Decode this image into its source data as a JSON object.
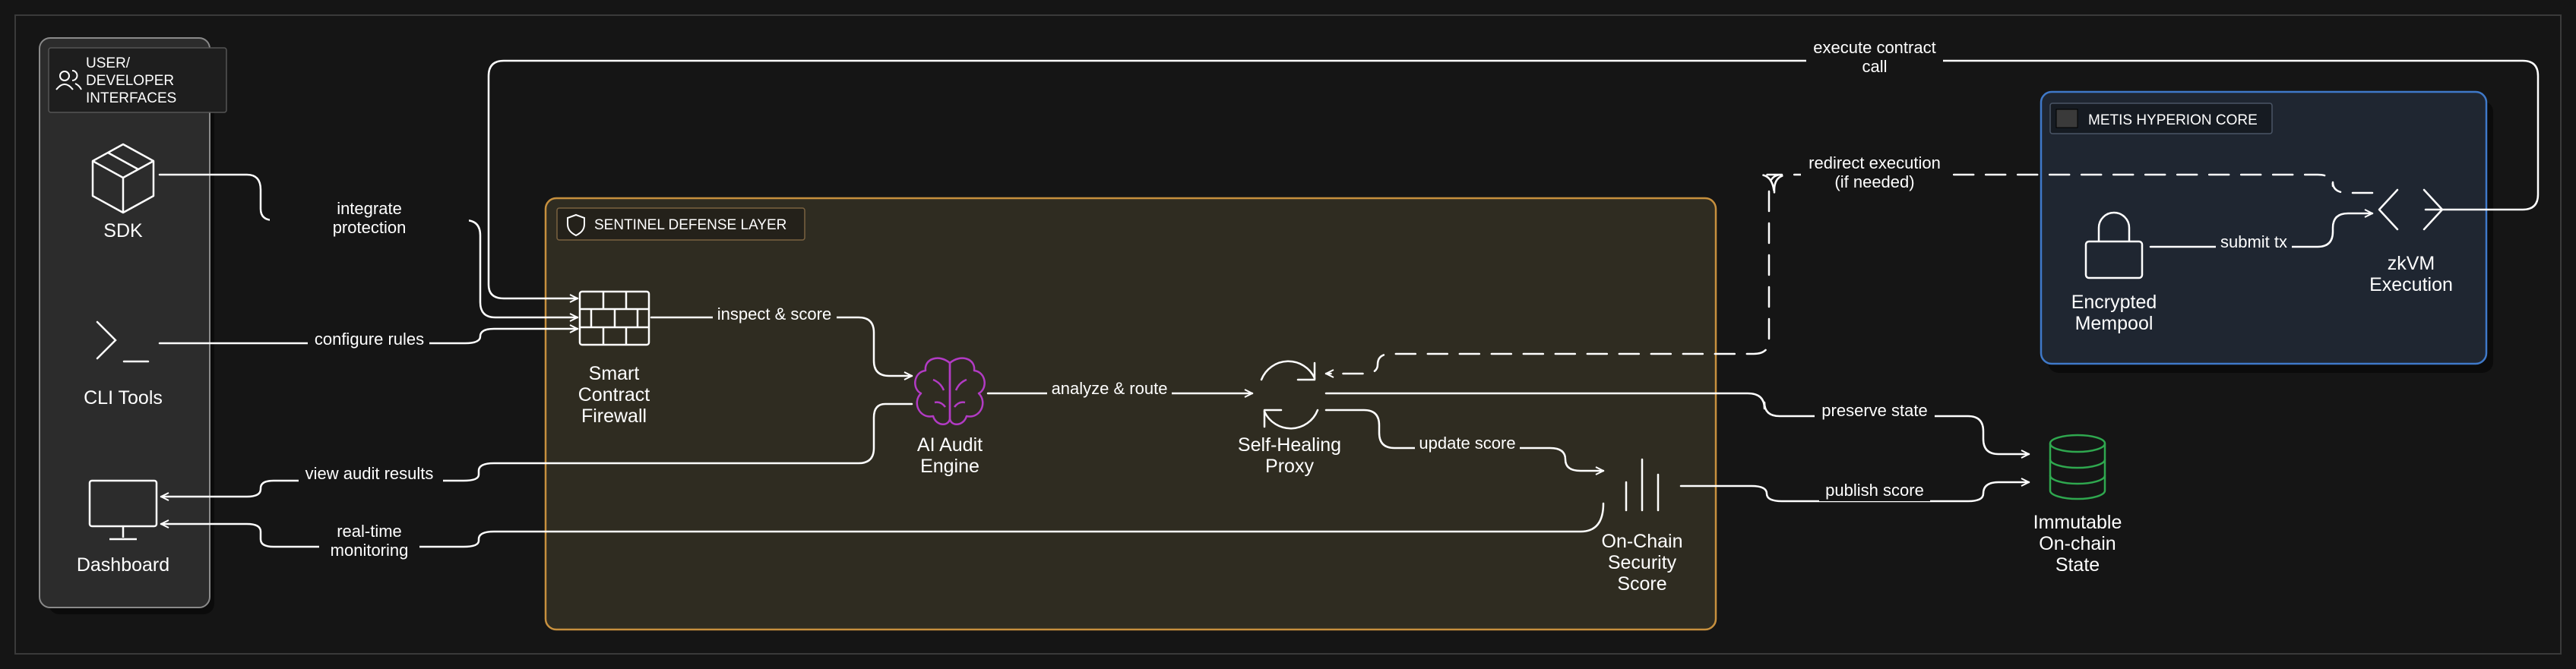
{
  "groups": {
    "user": {
      "title_lines": [
        "USER/",
        "DEVELOPER",
        "INTERFACES"
      ]
    },
    "sentinel": {
      "title": "SENTINEL DEFENSE LAYER"
    },
    "metis": {
      "title": "METIS HYPERION CORE"
    }
  },
  "nodes": {
    "sdk": {
      "label_lines": [
        "SDK"
      ]
    },
    "cli": {
      "label_lines": [
        "CLI Tools"
      ]
    },
    "dashboard": {
      "label_lines": [
        "Dashboard"
      ]
    },
    "firewall": {
      "label_lines": [
        "Smart",
        "Contract",
        "Firewall"
      ]
    },
    "ai": {
      "label_lines": [
        "AI Audit",
        "Engine"
      ]
    },
    "proxy": {
      "label_lines": [
        "Self-Healing",
        "Proxy"
      ]
    },
    "score": {
      "label_lines": [
        "On-Chain",
        "Security",
        "Score"
      ]
    },
    "mempool": {
      "label_lines": [
        "Encrypted",
        "Mempool"
      ]
    },
    "zkvm": {
      "label_lines": [
        "zkVM",
        "Execution"
      ]
    },
    "state": {
      "label_lines": [
        "Immutable",
        "On-chain",
        "State"
      ]
    }
  },
  "edges": {
    "integrate": [
      "integrate",
      "protection"
    ],
    "configure": [
      "configure rules"
    ],
    "inspect": [
      "inspect & score"
    ],
    "view_audit": [
      "view audit results"
    ],
    "realtime": [
      "real-time",
      "monitoring"
    ],
    "analyze": [
      "analyze & route"
    ],
    "update_score": [
      "update score"
    ],
    "preserve": [
      "preserve state"
    ],
    "publish": [
      "publish score"
    ],
    "execute": [
      "execute contract",
      "call"
    ],
    "redirect": [
      "redirect execution",
      "(if needed)"
    ],
    "submit": [
      "submit tx"
    ]
  },
  "colors": {
    "background": "#151515",
    "frame": "#3a3a3a",
    "user_panel_fill": "#2c2c2c",
    "user_panel_stroke": "#8a8a8a",
    "sentinel_fill": "#2f2c21",
    "sentinel_stroke": "#c7903e",
    "metis_fill": "#1f2631",
    "metis_stroke": "#3f79c9",
    "ai_icon": "#b23bc4",
    "state_icon": "#2fa84f",
    "line": "#ffffff"
  }
}
